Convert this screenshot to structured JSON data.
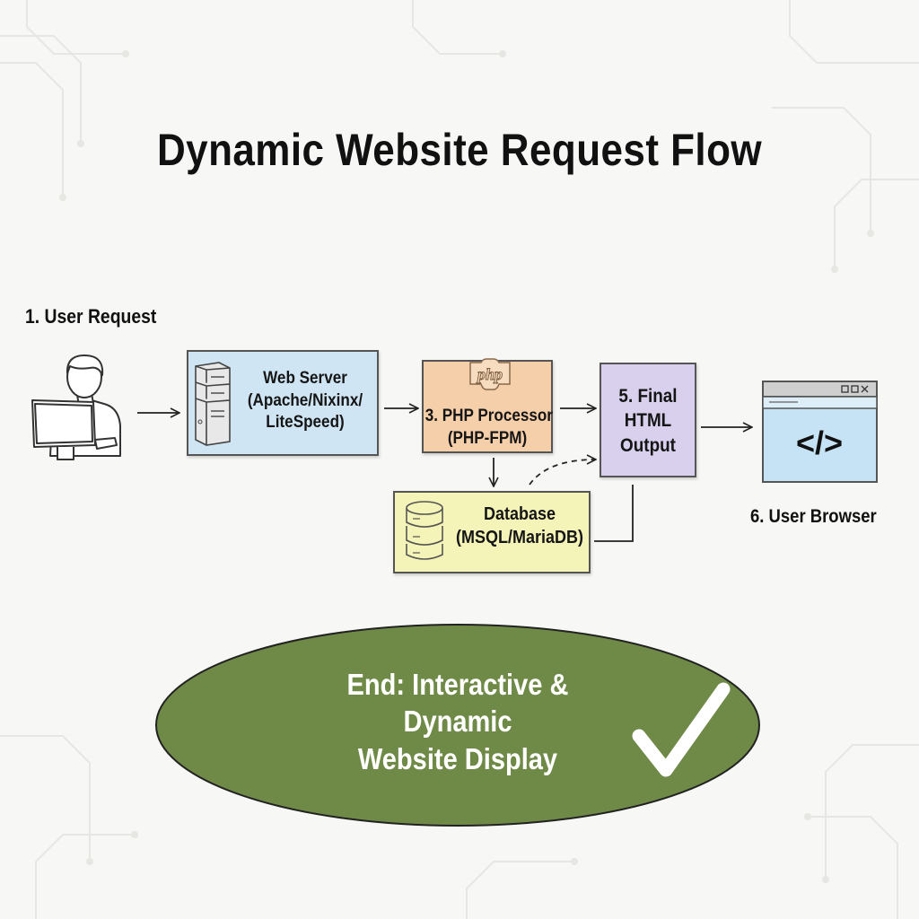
{
  "title": "Dynamic Website Request Flow",
  "colors": {
    "web_server_fill": "#cfe5f3",
    "php_fill": "#f5cfa9",
    "html_output_fill": "#d9d0ee",
    "database_fill": "#f4f4b8",
    "browser_fill": "#c6e3f6",
    "end_ellipse_fill": "#6f8a47",
    "text": "#111111"
  },
  "steps": {
    "user_request": {
      "label": "1. User Request",
      "icon": "person-at-computer-icon"
    },
    "web_server": {
      "lines": [
        "Web Server",
        "(Apache/Nixinx/",
        "LiteSpeed)"
      ],
      "icon": "server-tower-icon"
    },
    "php_processor": {
      "lines": [
        "3. PHP Processor",
        "(PHP-FPM)"
      ],
      "icon": "php-logo-icon",
      "icon_text": "php"
    },
    "final_html": {
      "lines": [
        "5. Final",
        "HTML",
        "Output"
      ]
    },
    "database": {
      "lines": [
        "Database",
        "(MSQL/MariaDB)"
      ],
      "icon": "database-stack-icon"
    },
    "user_browser": {
      "label": "6. User Browser",
      "icon": "browser-window-icon",
      "code_glyph": "</>",
      "window_controls": "□□x"
    }
  },
  "end": {
    "lines": [
      "End: Interactive &",
      "Dynamic",
      "Website Display"
    ],
    "icon": "checkmark-icon"
  },
  "connectors": [
    {
      "from": "user_request",
      "to": "web_server",
      "style": "solid"
    },
    {
      "from": "web_server",
      "to": "php_processor",
      "style": "solid"
    },
    {
      "from": "php_processor",
      "to": "final_html",
      "style": "solid"
    },
    {
      "from": "php_processor",
      "to": "database",
      "style": "solid"
    },
    {
      "from": "database",
      "to": "final_html",
      "style": "dashed"
    },
    {
      "from": "database",
      "to": "final_html",
      "style": "solid-elbow"
    },
    {
      "from": "final_html",
      "to": "user_browser",
      "style": "solid"
    }
  ]
}
